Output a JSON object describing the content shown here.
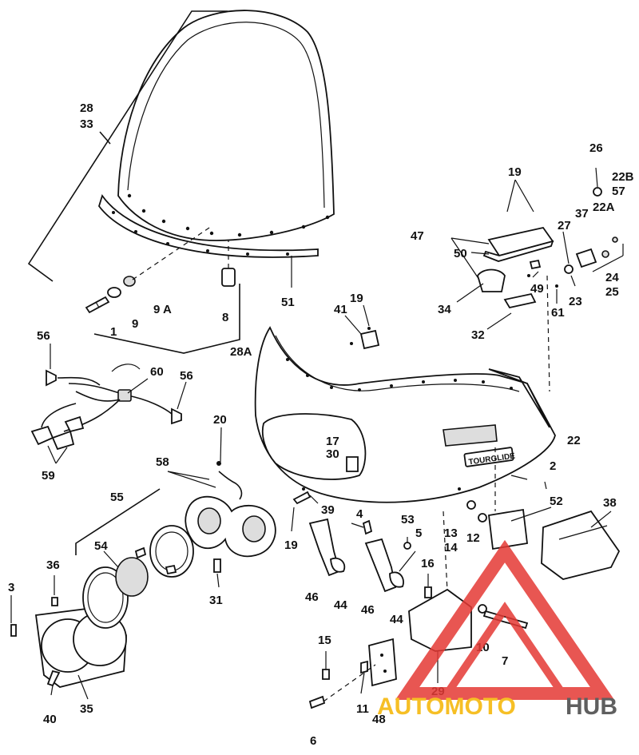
{
  "colors": {
    "ink": "#111111",
    "watermark_red": "#e53935",
    "watermark_gold": "#f5b400",
    "watermark_grey": "#444444"
  },
  "labels": {
    "l28": "28",
    "l33": "33",
    "l1": "1",
    "l9": "9",
    "l9a": "9 A",
    "l8": "8",
    "l28a": "28A",
    "l51": "51",
    "l56a": "56",
    "l60": "60",
    "l56b": "56",
    "l59": "59",
    "l20": "20",
    "l58": "58",
    "l55": "55",
    "l54": "54",
    "l36": "36",
    "l3": "3",
    "l35": "35",
    "l40": "40",
    "l31": "31",
    "l41": "41",
    "l19a": "19",
    "l17": "17",
    "l30": "30",
    "l39": "39",
    "l19b": "19",
    "l4": "4",
    "l46a": "46",
    "l44a": "44",
    "l46b": "46",
    "l44b": "44",
    "l53": "53",
    "l5": "5",
    "l16": "16",
    "l15": "15",
    "l6": "6",
    "l11": "11",
    "l48": "48",
    "l29": "29",
    "l10": "10",
    "l7": "7",
    "l13": "13",
    "l14": "14",
    "l12": "12",
    "l52": "52",
    "l38": "38",
    "l2": "2",
    "l22": "22",
    "l19c": "19",
    "l47": "47",
    "l50": "50",
    "l34": "34",
    "l49": "49",
    "l32": "32",
    "l61": "61",
    "l27": "27",
    "l23": "23",
    "l37": "37",
    "l26": "26",
    "l22b": "22B",
    "l57": "57",
    "l22a": "22A",
    "l24": "24",
    "l25": "25"
  },
  "fairing_badge": "TOURGLIDE",
  "watermark": {
    "part1": "AUTOMOTO",
    "part2": "HUB"
  }
}
